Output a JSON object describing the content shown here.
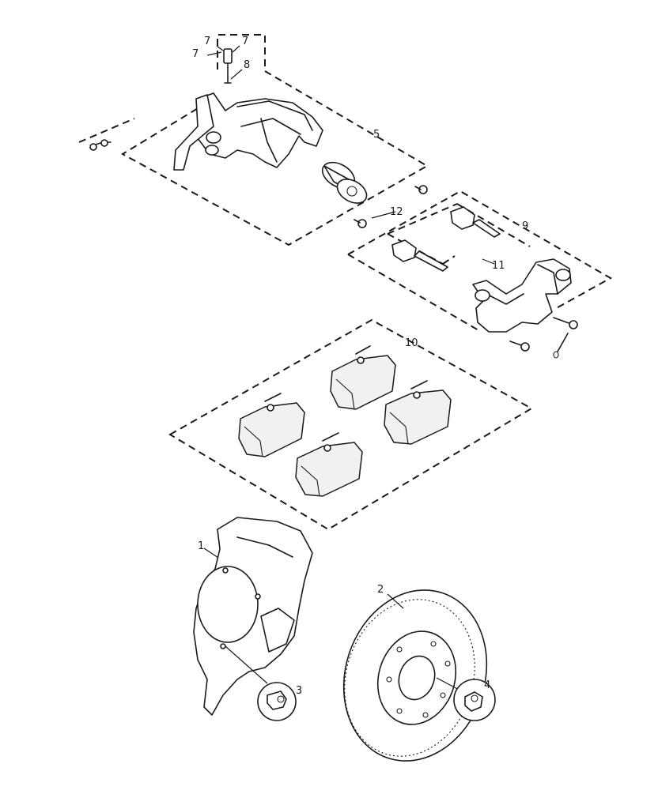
{
  "callouts": {
    "c1": "1",
    "c2": "2",
    "c3": "3",
    "c4": "4",
    "c5": "5",
    "c7a": "7",
    "c7b": "7",
    "c7c": "7",
    "c8": "8",
    "c9": "9",
    "c10": "10",
    "c11": "11",
    "c12": "12"
  }
}
